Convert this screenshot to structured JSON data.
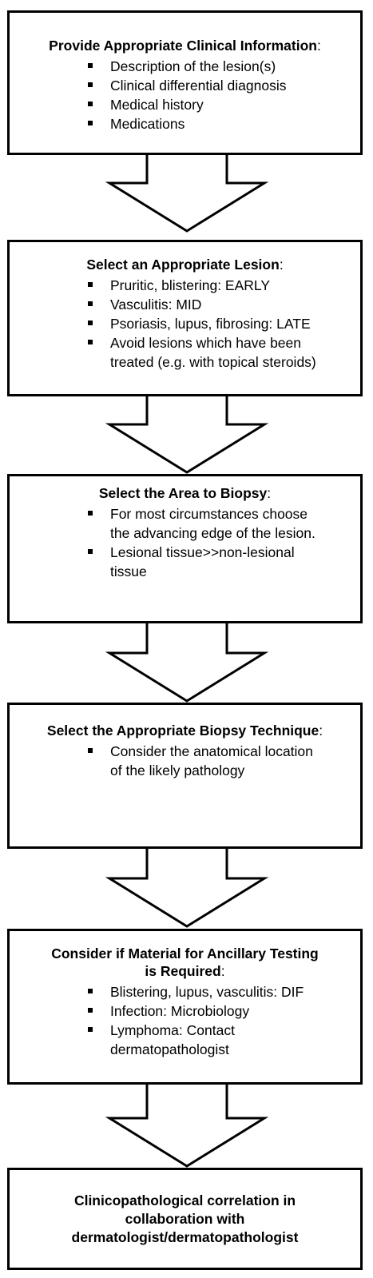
{
  "steps": [
    {
      "title": "Provide Appropriate Clinical Information",
      "title_suffix": ":",
      "items": [
        "Description of the lesion(s)",
        "Clinical differential diagnosis",
        "Medical history",
        "Medications"
      ]
    },
    {
      "title": "Select an Appropriate Lesion",
      "title_suffix": ":",
      "items": [
        "Pruritic, blistering: EARLY",
        "Vasculitis: MID",
        "Psoriasis, lupus, fibrosing: LATE",
        "Avoid lesions which have been treated (e.g. with topical steroids)"
      ]
    },
    {
      "title": "Select the Area to Biopsy",
      "title_suffix": ":",
      "items": [
        "For most circumstances choose the advancing edge of the lesion.",
        "Lesional tissue>>non-lesional tissue"
      ]
    },
    {
      "title": "Select the Appropriate Biopsy Technique",
      "title_suffix": ":",
      "items": [
        "Consider the anatomical location of the likely pathology"
      ]
    },
    {
      "title_line1": "Consider if Material for Ancillary Testing",
      "title_line2": "is Required",
      "title_suffix": ":",
      "items": [
        "Blistering, lupus, vasculitis: DIF",
        "Infection: Microbiology",
        "Lymphoma: Contact dermatopathologist"
      ]
    },
    {
      "title_line1": "Clinicopathological correlation in",
      "title_line2": "collaboration with",
      "title_line3": "dermatologist/dermatopathologist"
    }
  ]
}
